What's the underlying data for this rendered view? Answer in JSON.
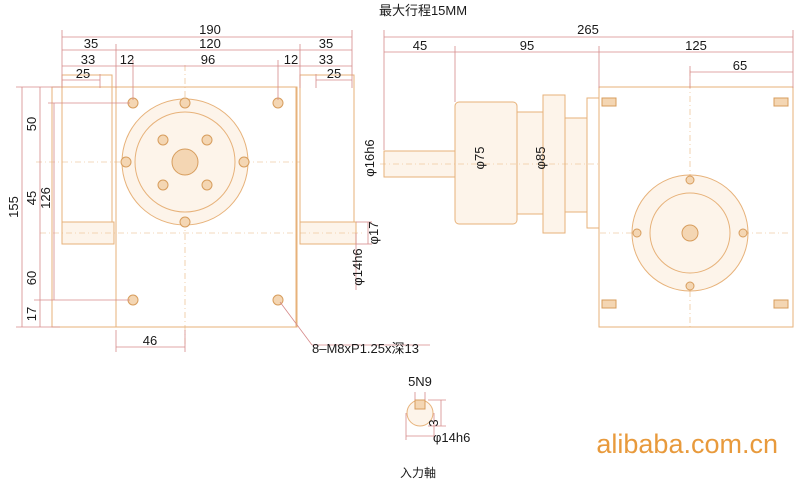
{
  "header": {
    "max_stroke_note": "最大行程15MM"
  },
  "front_view": {
    "top_dims": [
      "190",
      "35",
      "120",
      "35",
      "33",
      "12",
      "96",
      "12",
      "33",
      "25",
      "25"
    ],
    "left_dims": [
      "50",
      "155",
      "45",
      "126",
      "60",
      "17"
    ],
    "bottom_dims": [
      "46"
    ],
    "right_dims": [
      "φ17",
      "φ14h6"
    ],
    "hole_callout": "8–M8xP1.25x深13"
  },
  "side_view": {
    "top_dims": [
      "265",
      "45",
      "95",
      "125",
      "65"
    ],
    "diameters": [
      "φ16h6",
      "φ75",
      "φ85"
    ]
  },
  "input_shaft": {
    "keyway": "5N9",
    "depth": "3",
    "diameter": "φ14h6",
    "caption": "入力軸"
  },
  "watermark": "alibaba.com.cn",
  "colors": {
    "outline": "#e7b27a",
    "dimension": "#d68a8a",
    "watermark": "#e89a3c"
  }
}
